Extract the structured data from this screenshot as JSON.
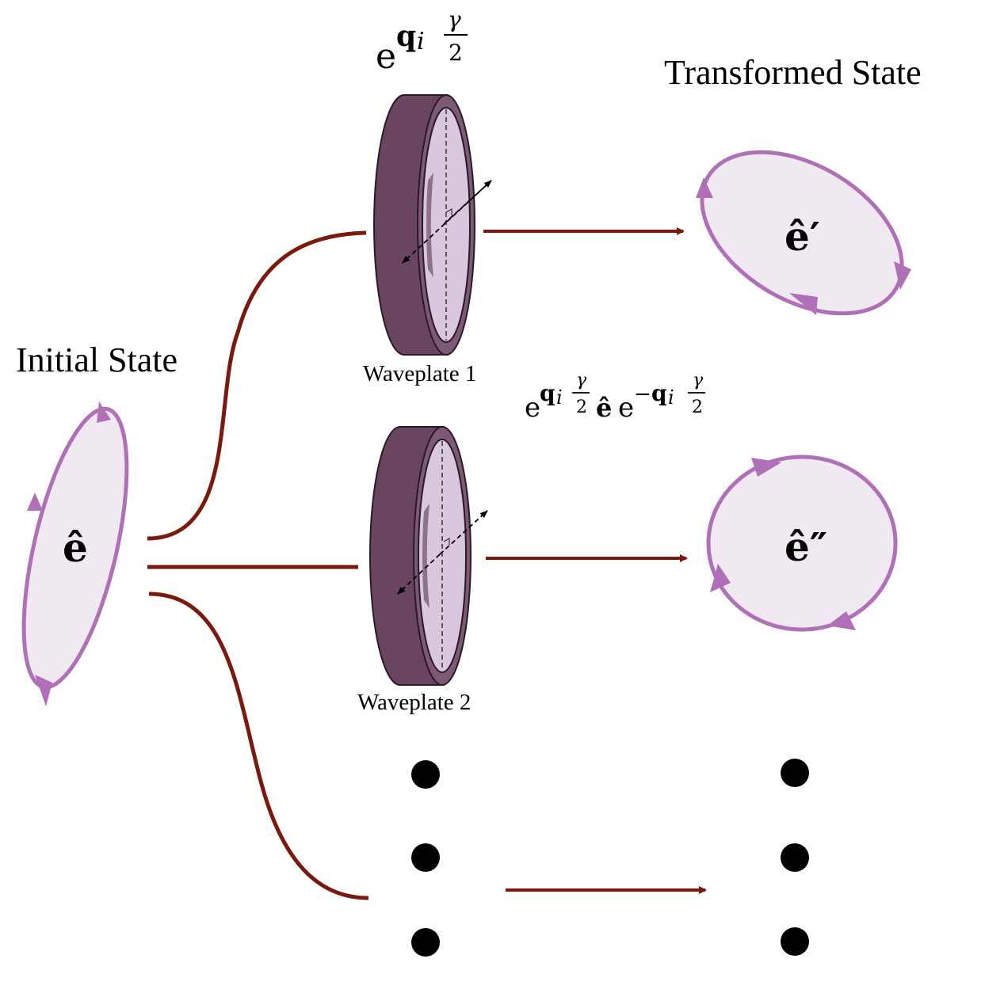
{
  "labels": {
    "initial_state": "Initial State",
    "transformed_state": "Transformed State",
    "waveplate_1": "Waveplate 1",
    "waveplate_2": "Waveplate 2"
  },
  "symbols": {
    "initial": "ê",
    "first_output": "ê′",
    "second_output": "ê″"
  },
  "equations": {
    "operator": "e^(q_i γ/2)",
    "transform": "e^(q_i γ/2) ê e^(−q_i γ/2)"
  },
  "colors": {
    "beam": "#7a1a0c",
    "ellipse_stroke": "#b070b8",
    "ellipse_fill": "#f1e9f1",
    "waveplate_body": "#6a4560",
    "waveplate_face": "#d9c8dd"
  }
}
